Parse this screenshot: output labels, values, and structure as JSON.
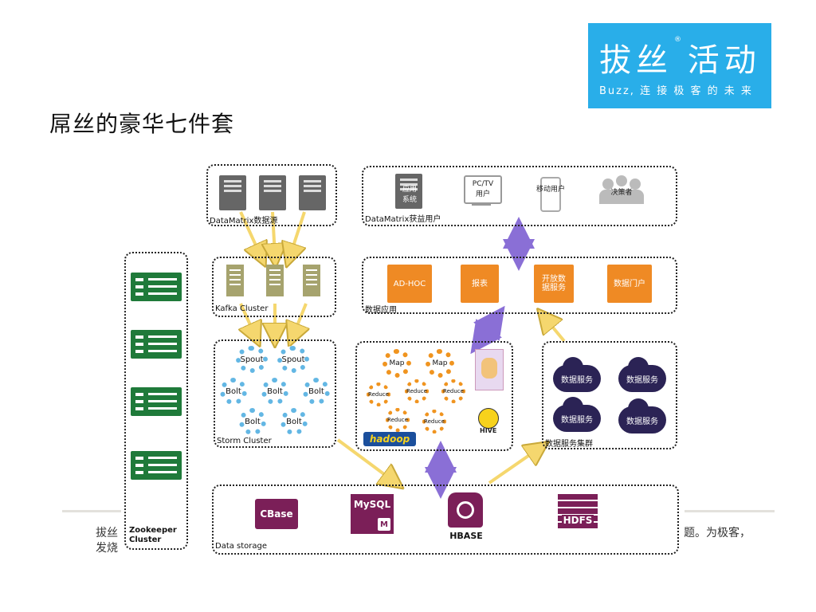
{
  "slide": {
    "title": "屌丝的豪华七件套",
    "footer_line1_left": "拔丝",
    "footer_line2_left": "发烧",
    "footer_right": "题。为极客，"
  },
  "logo": {
    "main": "拔丝 活动",
    "registered": "®",
    "tagline": "Buzz, 连 接 极 客 的 未 来",
    "bg_color": "#29aee9"
  },
  "diagram": {
    "datasource": {
      "label": "DataMatrix数据源"
    },
    "users": {
      "label": "DataMatrix获益用户",
      "items": [
        {
          "label": "应用\n系统",
          "icon": "server-icon"
        },
        {
          "label": "PC/TV\n用户",
          "icon": "monitor-icon"
        },
        {
          "label": "移动用户",
          "icon": "phone-icon"
        },
        {
          "label": "决策者",
          "icon": "people-icon"
        }
      ]
    },
    "kafka": {
      "label": "Kafka Cluster"
    },
    "apps": {
      "label": "数据应用",
      "items": [
        {
          "label": "AD-HOC"
        },
        {
          "label": "报表"
        },
        {
          "label": "开放数\n据服务"
        },
        {
          "label": "数据门户"
        }
      ]
    },
    "storm": {
      "label": "Storm Cluster",
      "spouts": [
        "Spout",
        "Spout"
      ],
      "bolts": [
        "Bolt",
        "Bolt",
        "Bolt",
        "Bolt",
        "Bolt"
      ]
    },
    "hadoop": {
      "maps": [
        "Map",
        "Map"
      ],
      "reduces": [
        "Reduce",
        "Reduce",
        "Reduce",
        "Reduce",
        "Reduce"
      ],
      "hadoop_logo": "hadoop",
      "hive_logo": "HIVE"
    },
    "services": {
      "label": "数据服务集群",
      "items": [
        "数据服务",
        "数据服务",
        "数据服务",
        "数据服务"
      ]
    },
    "zookeeper": {
      "label": "Zookeeper\nCluster"
    },
    "storage": {
      "label": "Data storage",
      "items": [
        "CBase",
        "MySQL",
        "HBASE",
        "HDFS"
      ],
      "mysql_badge": "M"
    },
    "colors": {
      "orange": "#ef8a24",
      "storm_gear": "#63b7e4",
      "cloud": "#2b2355",
      "storage": "#7b1f58",
      "zk": "#1f7a3a",
      "arrow_yellow": "#f5d76e",
      "arrow_purple": "#8a6fd6"
    }
  }
}
